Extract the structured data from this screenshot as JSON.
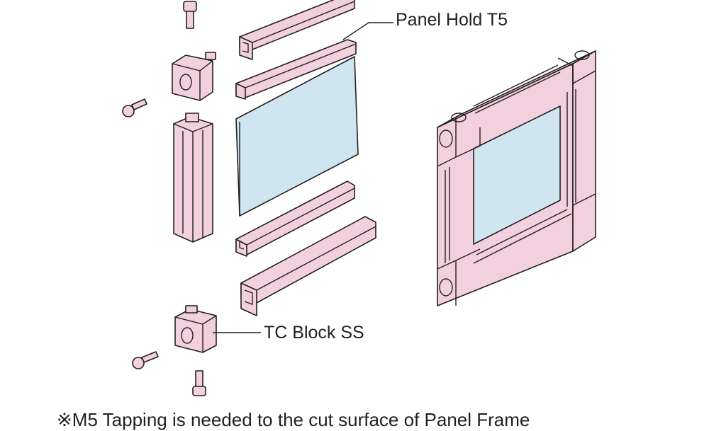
{
  "labels": {
    "panel_hold": "Panel Hold T5",
    "tc_block": "TC Block SS"
  },
  "note": "※M5 Tapping is needed to the cut surface of Panel Frame",
  "colors": {
    "part": "#f2d0de",
    "glass": "#cfe5f0",
    "line": "#231f20"
  }
}
